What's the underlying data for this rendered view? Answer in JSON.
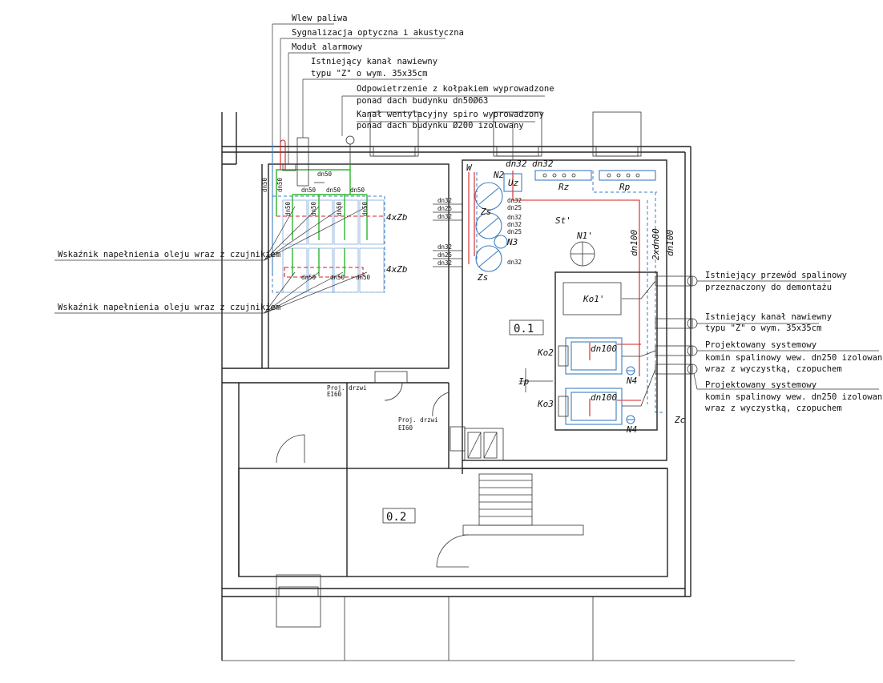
{
  "callouts": {
    "fuel_inlet": "Wlew paliwa",
    "alarm_signal": "Sygnalizacja optyczna i akustyczna",
    "alarm_module": "Moduł alarmowy",
    "supply_duct_1": "Istniejący kanał nawiewny",
    "supply_duct_2": "typu \"Z\" o wym. 35x35cm",
    "vent_cap_1": "Odpowietrzenie z kołpakiem wyprowadzone",
    "vent_cap_2": "ponad dach budynku dn50Ø63",
    "vent_duct_1": "Kanał wentylacyjny spiro wyprowadzony",
    "vent_duct_2": "ponad dach budynku Ø200 izolowany",
    "oil_gauge_a": "Wskaźnik napełnienia oleju wraz z czujnikiem",
    "oil_gauge_b": "Wskaźnik napełnienia oleju wraz z czujnikiem",
    "flue_existing_1": "Istniejący przewód spalinowy",
    "flue_existing_2": "przeznaczony do demontażu",
    "supply_duct_right_1": "Istniejący kanał nawiewny",
    "supply_duct_right_2": "typu \"Z\" o wym. 35x35cm",
    "chimney_a_1": "Projektowany systemowy",
    "chimney_a_2": "komin spalinowy wew. dn250 izolowany",
    "chimney_a_3": "wraz z wyczystką, czopuchem",
    "chimney_b_1": "Projektowany systemowy",
    "chimney_b_2": "komin spalinowy wew. dn250 izolowany",
    "chimney_b_3": "wraz z wyczystką, czopuchem"
  },
  "rooms": {
    "boiler_room": "0.1",
    "hall": "0.2"
  },
  "symbols": {
    "tanks_upper": "4xZb",
    "tanks_lower": "4xZb",
    "vessel_zs_a": "Zs",
    "vessel_zs_b": "Zs",
    "pump_n1": "N1'",
    "pump_n2": "N2",
    "pump_n3": "N3",
    "pump_n4_a": "N4",
    "pump_n4_b": "N4",
    "softener": "Uz",
    "manifold_rz": "Rz",
    "manifold_rp": "Rp",
    "station": "St'",
    "boiler_1": "Ko1'",
    "boiler_2": "Ko2",
    "boiler_3": "Ko3",
    "water_w": "W",
    "zc": "Zc",
    "lp": "Ip"
  },
  "pipe_labels": {
    "dn50_a": "dn50",
    "dn50_b": "dn50",
    "dn50_c": "dn50",
    "dn50_d": "dn50",
    "dn50_e": "dn50",
    "dn50_f": "dn50",
    "dn50_g": "dn50",
    "dn50_v1": "dn50",
    "dn50_v2": "dn50",
    "dn50_t1": "dn50",
    "dn50_t2": "dn50",
    "dn50_t3": "dn50",
    "dn50_t4": "dn50",
    "dn32_top_a": "dn32",
    "dn32_top_b": "dn32",
    "dn32_1": "dn32",
    "dn25_1": "dn25",
    "dn32_2": "dn32",
    "dn32_3": "dn32",
    "dn25_2": "dn25",
    "dn32_4": "dn32",
    "dn32_5": "dn32",
    "dn25_3": "dn25",
    "dn32_6": "dn32",
    "dn32_7": "dn32",
    "dn25_4": "dn25",
    "dn32_8": "dn32",
    "dn100_v1": "dn100",
    "dn80_v": "2xdn80",
    "dn100_v2": "dn100",
    "dn100_k2": "dn100",
    "dn100_k3": "dn100"
  },
  "doors": {
    "door_a_1": "Proj. drzwi",
    "door_a_2": "EI60",
    "door_b_1": "Proj. drzwi",
    "door_b_2": "EI60"
  },
  "colors": {
    "flow": "#d42020",
    "vent": "#2fb52f",
    "equipment": "#3d7fc4",
    "tanks": "#8db3de"
  }
}
